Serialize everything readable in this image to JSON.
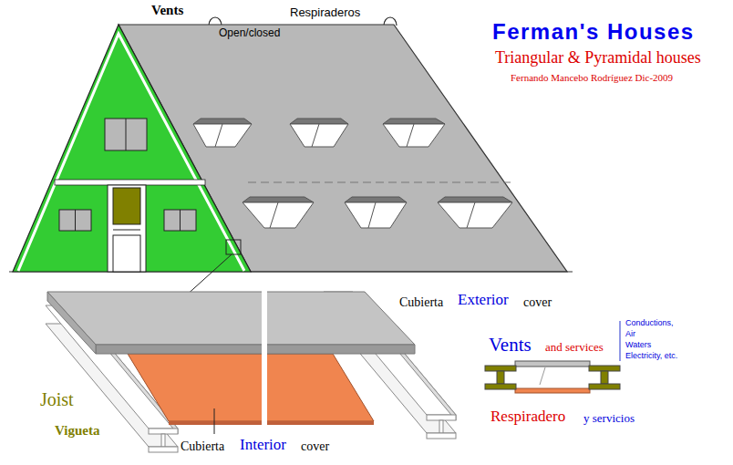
{
  "diagram": {
    "title": "Ferman's Houses",
    "labels": [
      "Vents",
      "Open/closed",
      "Respiraderos",
      "Triangular & Pyramidal houses",
      "Fernando Mancebo Rodríguez Dic-2009",
      "Cubierta",
      "Exterior",
      "cover",
      "Vents",
      "and services",
      "Conductions,",
      "Air",
      "Waters",
      "Electricity, etc.",
      "Joist",
      "Vigueta",
      "Respiradero",
      "y servicios",
      "Cubierta",
      "Interior",
      "cover"
    ]
  }
}
